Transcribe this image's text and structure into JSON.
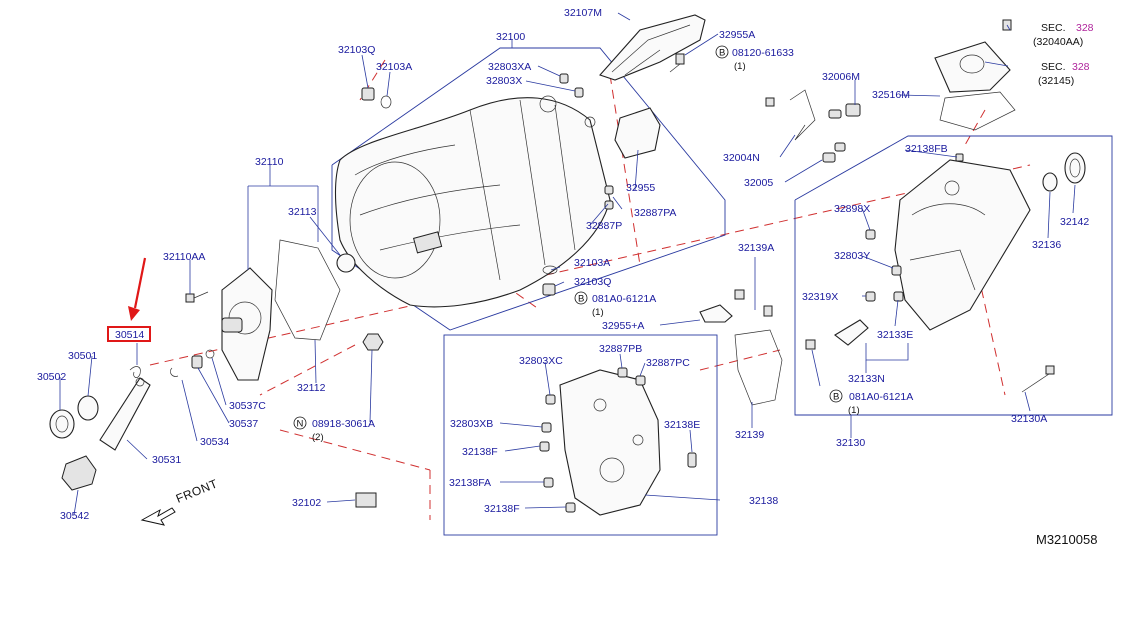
{
  "diagram": {
    "reference_code": "M3210058",
    "front_label": "FRONT",
    "highlight_color": "#e01818",
    "label_color": "#1a1a9e",
    "sec_color": "#b0259c",
    "highlighted_part": "30514",
    "labels": {
      "p32107M": "32107M",
      "p32955A": "32955A",
      "p32100": "32100",
      "p32103Q_top": "32103Q",
      "p32103A_top": "32103A",
      "p32803XA": "32803XA",
      "p32803X_top": "32803X",
      "p08120": "08120-61633",
      "p08120_qty": "(1)",
      "pSEC1": "SEC.",
      "pSEC1_num": "328",
      "pSEC1_sub": "(32040AA)",
      "pSEC2": "SEC.",
      "pSEC2_num": "328",
      "pSEC2_sub": "(32145)",
      "p32006M": "32006M",
      "p32516M": "32516M",
      "p32004N": "32004N",
      "p32005": "32005",
      "p32138FB": "32138FB",
      "p32142": "32142",
      "p32136": "32136",
      "p32898X": "32898X",
      "p32803Y": "32803Y",
      "p32319X": "32319X",
      "p32133E": "32133E",
      "p32133N": "32133N",
      "p081A0_right": "081A0-6121A",
      "p081A0_right_qty": "(1)",
      "p32130": "32130",
      "p32130A": "32130A",
      "p32110": "32110",
      "p32113": "32113",
      "p32955": "32955",
      "p32887PA": "32887PA",
      "p32887P": "32887P",
      "p32110AA": "32110AA",
      "p32103A_mid": "32103A",
      "p32103Q_mid": "32103Q",
      "p081A0_mid": "081A0-6121A",
      "p081A0_mid_qty": "(1)",
      "p32955plusA": "32955+A",
      "p32139A": "32139A",
      "p32139": "32139",
      "p30514": "30514",
      "p30501": "30501",
      "p30502": "30502",
      "p30537C": "30537C",
      "p30537": "30537",
      "p30534": "30534",
      "p30531": "30531",
      "p30542": "30542",
      "p32112": "32112",
      "p08918": "08918-3061A",
      "p08918_qty": "(2)",
      "p32102": "32102",
      "p32803XC": "32803XC",
      "p32887PB": "32887PB",
      "p32887PC": "32887PC",
      "p32803XB": "32803XB",
      "p32138F_a": "32138F",
      "p32138E": "32138E",
      "p32138FA": "32138FA",
      "p32138F_b": "32138F",
      "p32138": "32138",
      "marker_B": "B",
      "marker_N": "N"
    }
  }
}
